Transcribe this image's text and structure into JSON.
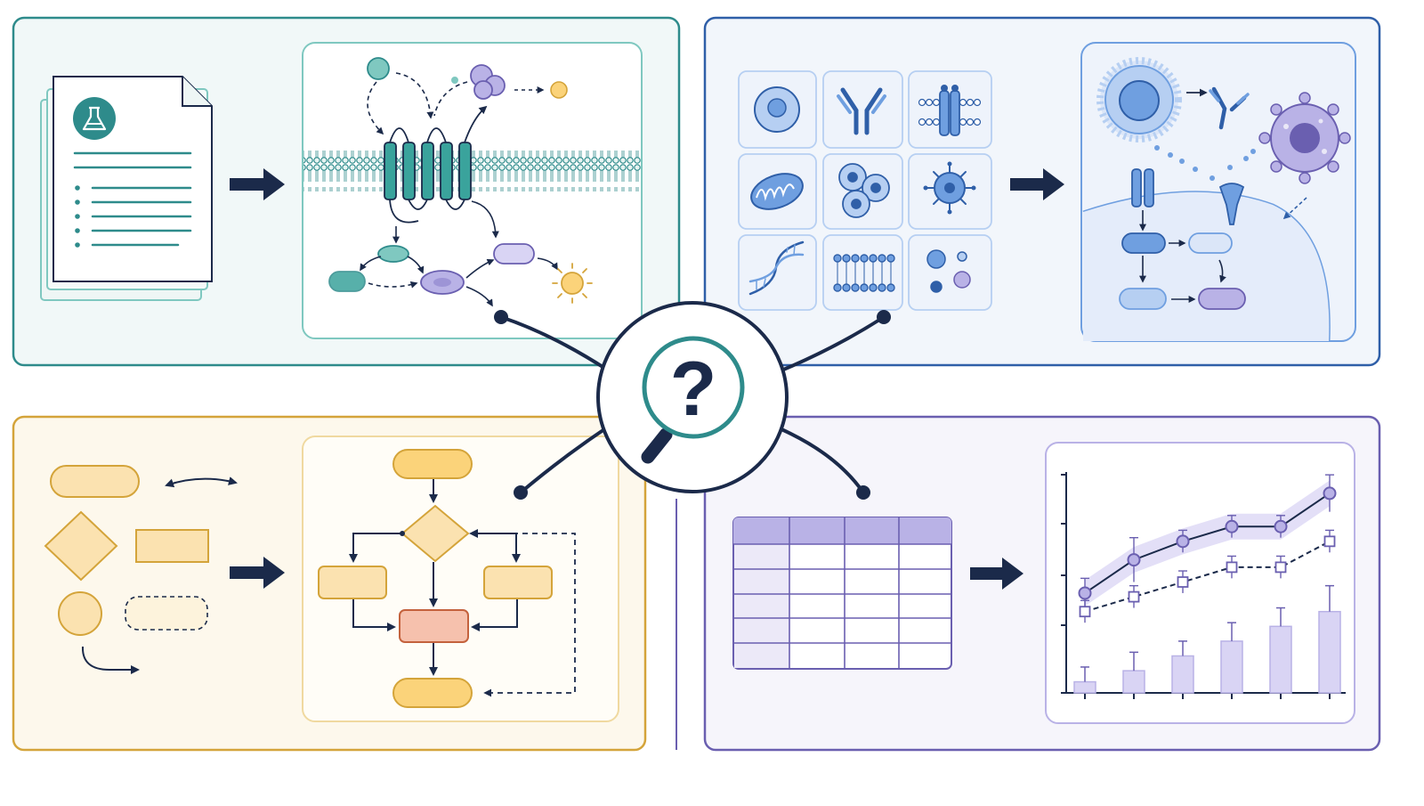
{
  "center_symbol": "?",
  "colors": {
    "navy": "#1b2a4a",
    "teal": "#2e8b8b",
    "teal_fill": "#3aa39c",
    "teal_light": "#7fc8c0",
    "blue": "#2f5fa8",
    "blue_fill": "#6f9fe0",
    "blue_light": "#b6cff2",
    "gold": "#d4a43a",
    "gold_fill": "#fbe2b0",
    "red_fill": "#f6c1ad",
    "purple": "#6a5fb0",
    "purple_fill": "#b9b2e6",
    "purple_light": "#d9d4f4"
  },
  "panels": [
    {
      "id": "literature-to-pathway",
      "border": "#2e8b8b",
      "bg": "#f1f8f8"
    },
    {
      "id": "biology-components-to-cell-model",
      "border": "#2f5fa8",
      "bg": "#f2f6fb"
    },
    {
      "id": "shapes-to-flowchart",
      "border": "#d4a43a",
      "bg": "#fdf8ec"
    },
    {
      "id": "table-to-plot",
      "border": "#6a5fb0",
      "bg": "#f6f5fb"
    }
  ],
  "icons": {
    "document": "document-stack-icon",
    "flask": "flask-icon",
    "magnifier": "magnifier-icon",
    "dna": "dna-icon",
    "mitochondrion": "mitochondrion-icon",
    "antibody": "antibody-icon",
    "virus": "virus-icon",
    "sun": "sun-icon"
  },
  "chart_data": {
    "type": "line",
    "x": [
      1,
      2,
      3,
      4,
      5,
      6
    ],
    "series": [
      {
        "values": [
          2.7,
          3.6,
          4.1,
          4.5,
          4.5,
          5.4
        ],
        "errors": [
          0.4,
          0.6,
          0.3,
          0.3,
          0.3,
          0.5
        ],
        "marker": "circle"
      },
      {
        "values": [
          2.2,
          2.6,
          3.0,
          3.4,
          3.4,
          4.1
        ],
        "errors": [
          0.3,
          0.3,
          0.3,
          0.3,
          0.3,
          0.3
        ],
        "marker": "square"
      },
      {
        "type": "bar",
        "values": [
          0.3,
          0.6,
          1.0,
          1.4,
          1.8,
          2.2
        ],
        "errors": [
          0.4,
          0.5,
          0.4,
          0.5,
          0.5,
          0.7
        ]
      }
    ],
    "ylim": [
      0,
      6
    ],
    "grid": false,
    "shaded_band": true
  }
}
